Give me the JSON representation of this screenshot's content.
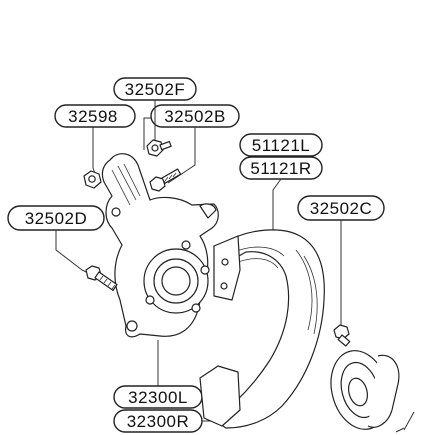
{
  "callouts": {
    "p32502F": "32502F",
    "p32598": "32598",
    "p32502B": "32502B",
    "p51121L": "51121L",
    "p51121R": "51121R",
    "p32502D": "32502D",
    "p32502C": "32502C",
    "p32300L": "32300L",
    "p32300R": "32300R"
  },
  "colors": {
    "line": "#222222",
    "background": "#ffffff"
  }
}
